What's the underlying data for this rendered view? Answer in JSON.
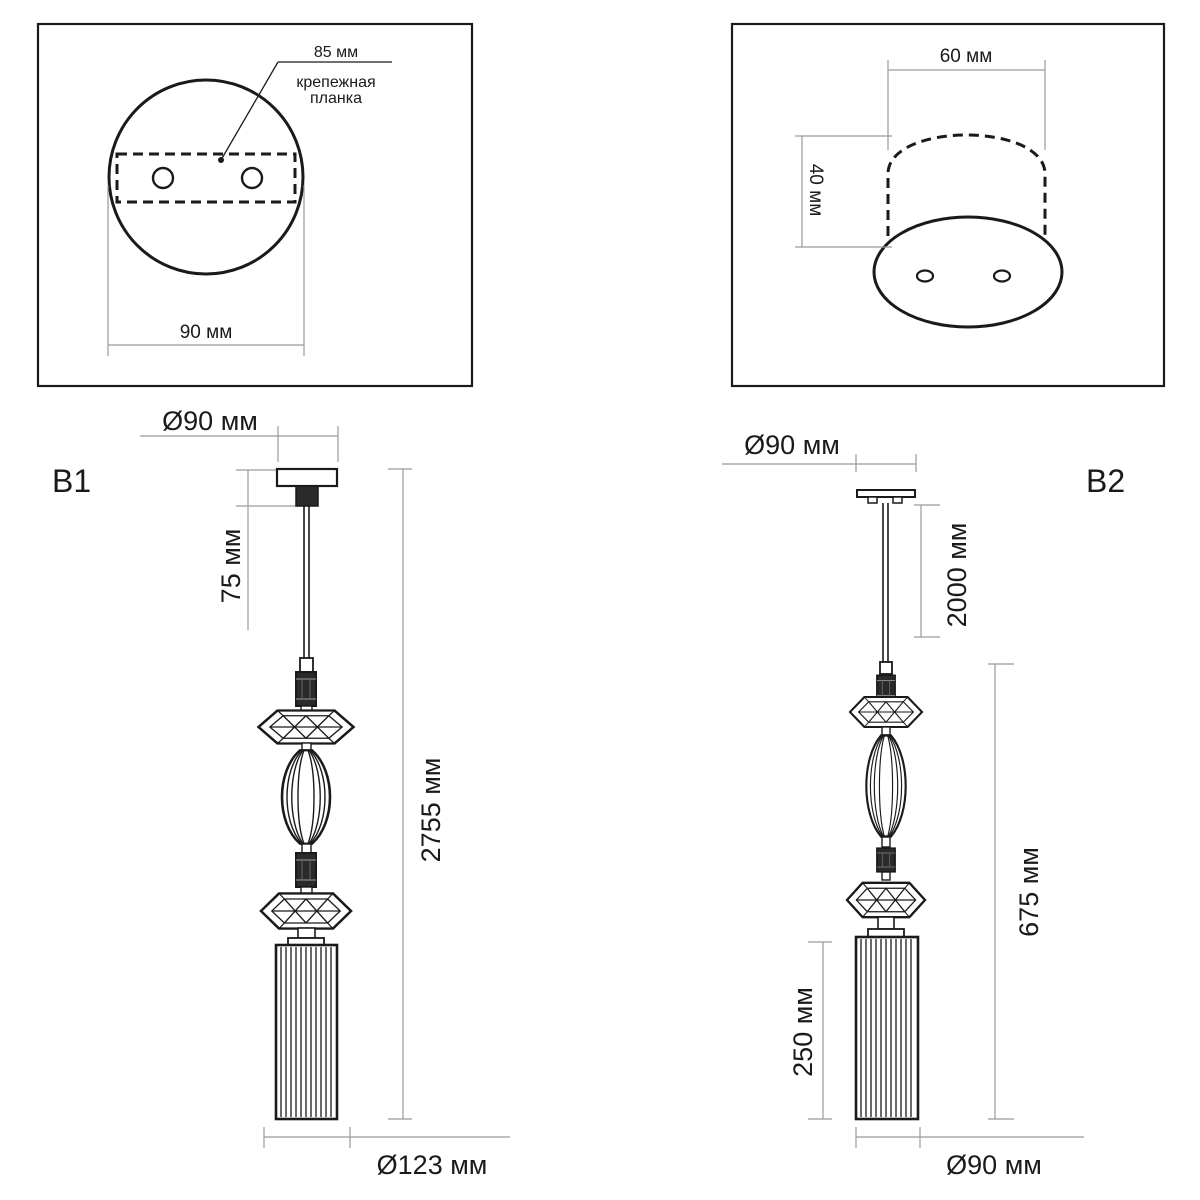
{
  "mount_top_view": {
    "bracket_label_size": "85 мм",
    "bracket_label_line1": "крепежная",
    "bracket_label_line2": "планка",
    "width_label": "90 мм"
  },
  "mount_side_view": {
    "width_label": "60 мм",
    "height_label": "40 мм"
  },
  "variant_b1": {
    "name": "B1",
    "canopy_diameter": "Ø90 мм",
    "canopy_height": "75 мм",
    "total_height": "2755 мм",
    "shade_diameter": "Ø123 мм"
  },
  "variant_b2": {
    "name": "B2",
    "canopy_diameter": "Ø90 мм",
    "cable_length": "2000 мм",
    "body_height": "675 мм",
    "shade_height": "250 мм",
    "shade_diameter": "Ø90 мм"
  }
}
